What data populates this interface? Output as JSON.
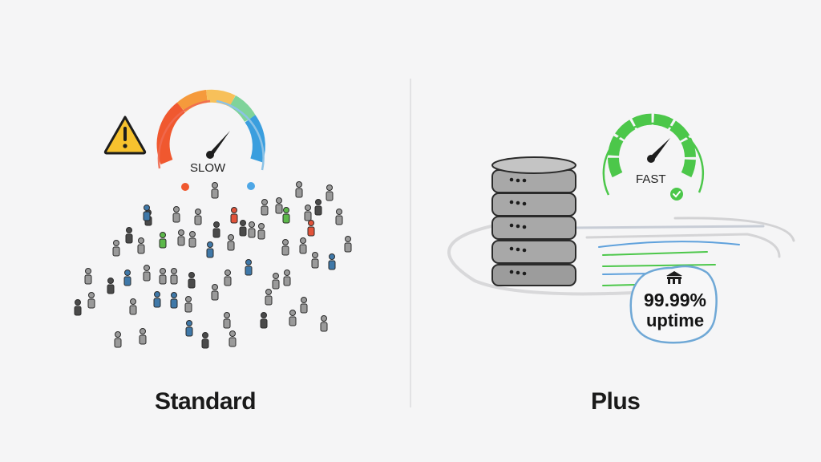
{
  "comparison": {
    "left": {
      "title": "Standard",
      "gauge": {
        "label": "SLOW",
        "colors": [
          "#f0582f",
          "#f59a3c",
          "#f7c05a",
          "#7fd39a",
          "#56c3d8",
          "#3a9ede"
        ]
      },
      "warning_icon": "warning-triangle-icon",
      "crowd_icon": "crowd-of-people-icon"
    },
    "right": {
      "title": "Plus",
      "gauge": {
        "label": "FAST",
        "color": "#4cc74a"
      },
      "badge_icon": "check-circle-icon",
      "server_icon": "server-stack-icon",
      "uptime": {
        "value": "99.99%",
        "caption": "uptime",
        "icon": "building-icon"
      }
    }
  },
  "colors": {
    "background": "#f5f5f6",
    "divider": "#e2e2e4",
    "accent_green": "#4cc74a",
    "accent_blue": "#6fa8d6",
    "warning_yellow": "#f7c22e"
  }
}
